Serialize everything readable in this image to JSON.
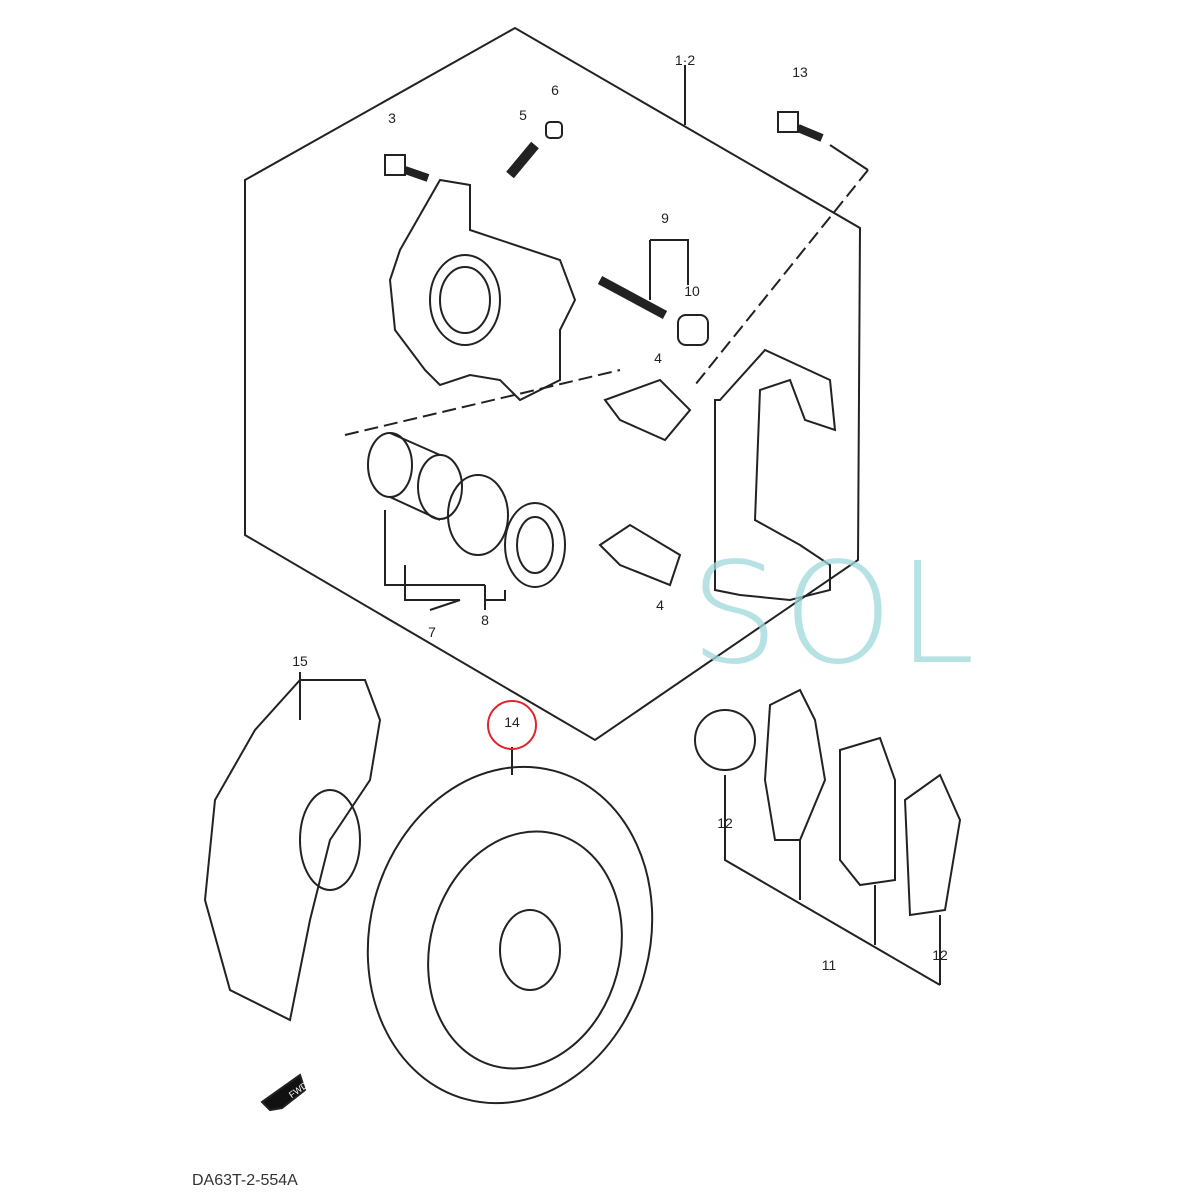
{
  "labels": {
    "p12": "1·2",
    "p3": "3",
    "p5": "5",
    "p6": "6",
    "p13": "13",
    "p9": "9",
    "p10": "10",
    "p4a": "4",
    "p4b": "4",
    "p7": "7",
    "p8": "8",
    "p15": "15",
    "p14": "14",
    "p12a": "12",
    "p11": "11",
    "p12b": "12"
  },
  "watermark": "SOL",
  "fwd": "FWD",
  "code": "DA63T-2-554A",
  "colors": {
    "highlight": "#e0242c",
    "watermark": "#9fd9dc"
  }
}
